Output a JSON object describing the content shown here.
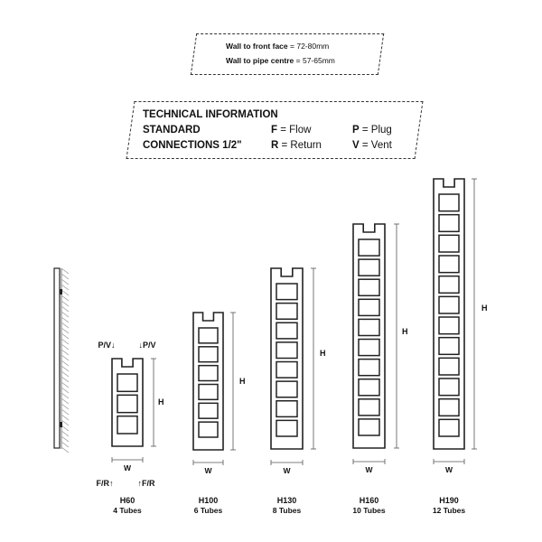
{
  "wall_info": {
    "front_label": "Wall to front face",
    "front_value": "= 72-80mm",
    "pipe_label": "Wall to pipe centre",
    "pipe_value": "= 57-65mm"
  },
  "tech": {
    "title": "TECHNICAL INFORMATION",
    "standard": "STANDARD",
    "connections": "CONNECTIONS 1/2\"",
    "f_key": "F",
    "f_val": "= Flow",
    "r_key": "R",
    "r_val": "= Return",
    "p_key": "P",
    "p_val": "= Plug",
    "v_key": "V",
    "v_val": "= Vent"
  },
  "labels": {
    "pv_left": "P/V↓",
    "pv_right": "↓P/V",
    "fr_left": "F/R↑",
    "fr_right": "↑F/R",
    "height": "H",
    "width": "W"
  },
  "models": [
    {
      "model": "H60",
      "tubes": "4 Tubes",
      "n": 3
    },
    {
      "model": "H100",
      "tubes": "6 Tubes",
      "n": 6
    },
    {
      "model": "H130",
      "tubes": "8 Tubes",
      "n": 8
    },
    {
      "model": "H160",
      "tubes": "10 Tubes",
      "n": 10
    },
    {
      "model": "H190",
      "tubes": "12 Tubes",
      "n": 12
    }
  ]
}
